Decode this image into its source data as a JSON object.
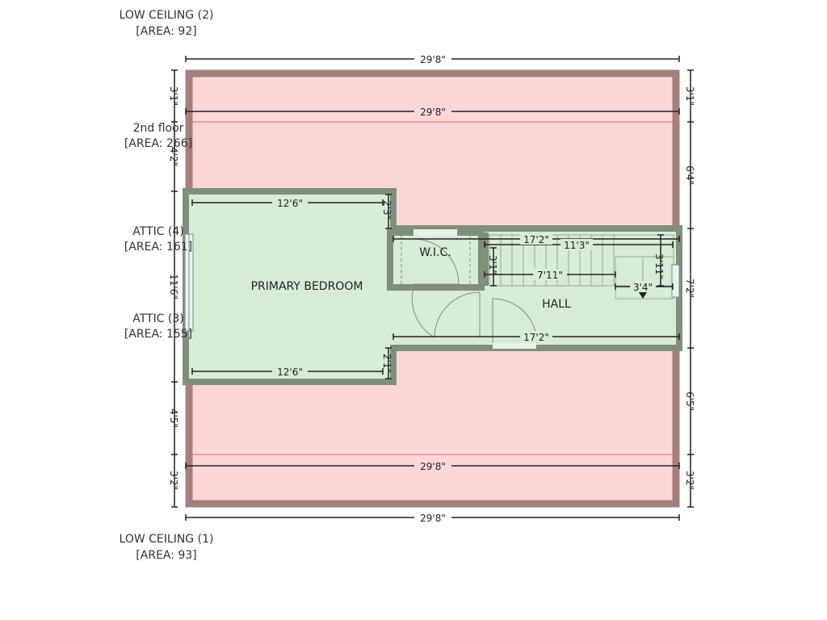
{
  "colors": {
    "wall": "#a57f7c",
    "attic_fill": "#fdd6d8",
    "room_fill": "#d8ebd6",
    "room_wall": "#7f8f7c",
    "dim_line": "#222222",
    "red_line": "#e06666"
  },
  "zones": {
    "low_ceiling_2": {
      "name": "LOW CEILING (2)",
      "area": "[AREA: 92]"
    },
    "low_ceiling_1": {
      "name": "LOW CEILING (1)",
      "area": "[AREA: 93]"
    },
    "second_floor": {
      "name": "2nd floor",
      "area": "[AREA: 266]"
    },
    "attic_4": {
      "name": "ATTIC (4)",
      "area": "[AREA: 161]"
    },
    "attic_3": {
      "name": "ATTIC (3)",
      "area": "[AREA: 155]"
    }
  },
  "rooms": {
    "primary_bedroom": "PRIMARY BEDROOM",
    "wic": "W.I.C.",
    "hall": "HALL"
  },
  "dimensions": {
    "top_overall": "29'8\"",
    "bottom_overall": "29'8\"",
    "upper_inner": "29'8\"",
    "lower_inner": "29'8\"",
    "bedroom_top": "12'6\"",
    "bedroom_bottom": "12'6\"",
    "bedroom_upper_step": "2'3\"",
    "bedroom_lower_step": "2'1\"",
    "hall_top": "17'2\"",
    "stairs_width": "11'3\"",
    "stair_depth": "7'11\"",
    "stair_left_height": "3'1\"",
    "stair_right_height": "3'11\"",
    "landing": "3'4\"",
    "hall_bottom": "17'2\"",
    "left_top": "3'1\"",
    "left_upper": "4'2\"",
    "left_mid": "11'6\"",
    "left_lower": "4'5\"",
    "left_bottom": "3'2\"",
    "right_top": "3'1\"",
    "right_upper": "6'4\"",
    "right_mid": "7'2\"",
    "right_lower": "6'5\"",
    "right_bottom": "3'2\""
  }
}
